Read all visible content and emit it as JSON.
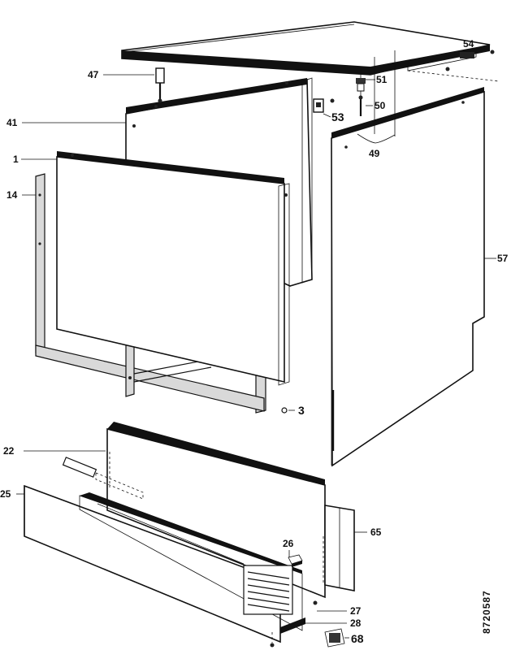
{
  "callouts": {
    "c1": "1",
    "c3": "3",
    "c14": "14",
    "c22": "22",
    "c25": "25",
    "c26": "26",
    "c27": "27",
    "c28": "28",
    "c41": "41",
    "c47": "47",
    "c49": "49",
    "c50": "50",
    "c51": "51",
    "c53": "53",
    "c54": "54",
    "c57": "57",
    "c65": "65",
    "c68": "68"
  },
  "drawing_code": "8720587"
}
